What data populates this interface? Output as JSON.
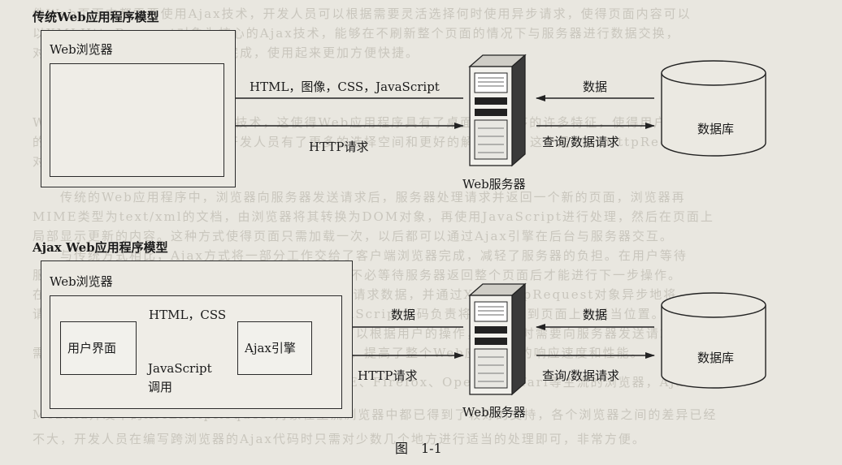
{
  "traditional": {
    "title": "传统Web应用程序模型",
    "browser_label": "Web浏览器",
    "arrow_response": "HTML，图像，CSS，JavaScript",
    "arrow_request": "HTTP请求",
    "server_label": "Web服务器",
    "db_arrow_data": "数据",
    "db_arrow_query": "查询/数据请求",
    "database_label": "数据库"
  },
  "ajax": {
    "title": "Ajax Web应用程序模型",
    "browser_label": "Web浏览器",
    "ui_label": "用户界面",
    "engine_label": "Ajax引擎",
    "arrow_html_css": "HTML，CSS",
    "arrow_js_line1": "JavaScript",
    "arrow_js_line2": "调用",
    "server_data": "数据",
    "server_request": "HTTP请求",
    "server_label": "Web服务器",
    "db_arrow_data": "数据",
    "db_arrow_query": "查询/数据请求",
    "database_label": "数据库"
  },
  "caption": "图　1-1"
}
